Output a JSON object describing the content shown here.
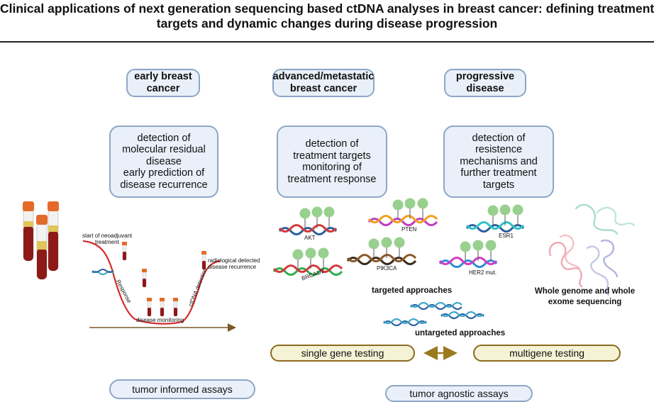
{
  "title": {
    "line1": "Clinical applications of next generation sequencing based ctDNA analyses in breast cancer: defining treatment",
    "line2": "targets and dynamic changes during disease progression"
  },
  "stages": [
    {
      "line1": "early breast",
      "line2": "cancer"
    },
    {
      "line1": "advanced/metastatic",
      "line2": "breast cancer"
    },
    {
      "line1": "progressive",
      "line2": "disease"
    }
  ],
  "descriptions": [
    {
      "lines": [
        "detection of",
        "molecular residual",
        "disease",
        "early prediction of",
        "disease recurrence"
      ]
    },
    {
      "lines": [
        "detection of",
        "treatment targets",
        "monitoring of",
        "treatment response"
      ]
    },
    {
      "lines": [
        "detection of",
        "resistence",
        "mechanisms and",
        "further treatment",
        "targets"
      ]
    }
  ],
  "early_panel": {
    "neoadjuvant_line1": "start of neoadjuvant",
    "neoadjuvant_line2": "treatment",
    "response": "Response",
    "disease_monitoring": "disease monitoring",
    "ctdna_detection": "ctDNA detection",
    "recurrence_line1": "radiological detected",
    "recurrence_line2": "disease recurrence"
  },
  "genes": {
    "akt": "AKT",
    "pten": "PTEN",
    "esr1": "ESR1",
    "brca": "BRCA1/2",
    "pik3ca": "PIK3CA",
    "her2": "HER2 mut."
  },
  "approaches": {
    "targeted": "targeted approaches",
    "untargeted": "untargeted approaches",
    "wgs_line1": "Whole genome and whole",
    "wgs_line2": "exome sequencing"
  },
  "testing": {
    "single": "single gene testing",
    "multi": "multigene testing"
  },
  "assays": {
    "informed": "tumor informed assays",
    "agnostic": "tumor agnostic assays"
  },
  "colors": {
    "box_fill": "#e9f0f9",
    "box_border": "#8ea6c6",
    "test_fill": "#f5f2d5",
    "test_border": "#8b6a1e",
    "curve": "#d42b2b",
    "axis": "#7a5a2a",
    "node": "#98d08e"
  }
}
